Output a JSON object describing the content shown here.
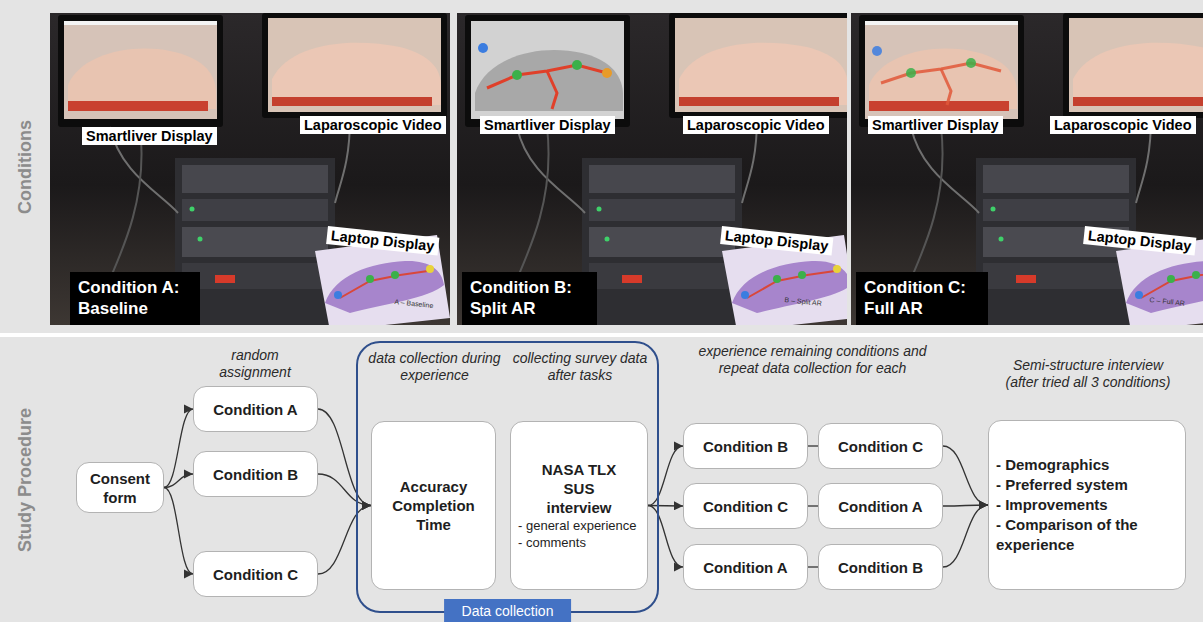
{
  "diagram": {
    "nodes": [
      {
        "text": [
          "Consent form"
        ]
      },
      {
        "text": [
          "Condition A"
        ]
      },
      {
        "text": [
          "Condition B"
        ]
      },
      {
        "text": [
          "Condition C"
        ]
      },
      {
        "text": [
          "Data collection"
        ]
      },
      {
        "text": [
          "data collection during experience",
          "Accuracy Completion Time"
        ],
        "in": 4
      },
      {
        "text": [
          "collecting survey data after tasks",
          "NASA TLX",
          "SUS",
          "interview",
          "- general experience",
          "- comments"
        ],
        "in": 4
      },
      {
        "text": [
          "Condition B"
        ]
      },
      {
        "text": [
          "Condition C"
        ]
      },
      {
        "text": [
          "Condition C"
        ]
      },
      {
        "text": [
          "Condition A"
        ]
      },
      {
        "text": [
          "Condition A"
        ]
      },
      {
        "text": [
          "Condition B"
        ]
      },
      {
        "text": [
          "Semi-structure interview",
          "(after tried all 3 conditions)",
          "- Demographics",
          "- Preferred system",
          "- Improvements",
          "- Comparison of the experience"
        ]
      }
    ],
    "edges": [
      {
        "from": 0,
        "to": 1,
        "arrow": "to"
      },
      {
        "from": 0,
        "to": 2,
        "arrow": "to"
      },
      {
        "from": 0,
        "to": 3,
        "arrow": "to"
      },
      {
        "from": 1,
        "to": 5,
        "arrow": "to"
      },
      {
        "from": 2,
        "to": 5,
        "arrow": "to"
      },
      {
        "from": 3,
        "to": 5,
        "arrow": "to"
      },
      {
        "from": 6,
        "to": 7,
        "arrow": "to"
      },
      {
        "from": 6,
        "to": 9,
        "arrow": "to"
      },
      {
        "from": 6,
        "to": 11,
        "arrow": "to"
      },
      {
        "from": 7,
        "to": 8,
        "arrow": "none"
      },
      {
        "from": 9,
        "to": 10,
        "arrow": "none"
      },
      {
        "from": 11,
        "to": 12,
        "arrow": "none"
      },
      {
        "from": 8,
        "to": 13,
        "arrow": "to"
      },
      {
        "from": 10,
        "to": 13,
        "arrow": "to"
      },
      {
        "from": 12,
        "to": 13,
        "arrow": "to"
      }
    ],
    "labels": [
      "Conditions",
      "Smartliver Display",
      "Laparoscopic Video",
      "Laptop Display",
      "A – Baseline",
      "Condition A: Baseline",
      "Smartliver Display",
      "Laparoscopic Video",
      "Laptop Display",
      "B – Split AR",
      "Condition B: Split AR",
      "Smartliver Display",
      "Laparoscopic Video",
      "Laptop Display",
      "C – Full AR",
      "Condition C: Full AR",
      "Study Procedure",
      "random assignment",
      "experience remaining conditions and repeat data collection for each"
    ]
  }
}
